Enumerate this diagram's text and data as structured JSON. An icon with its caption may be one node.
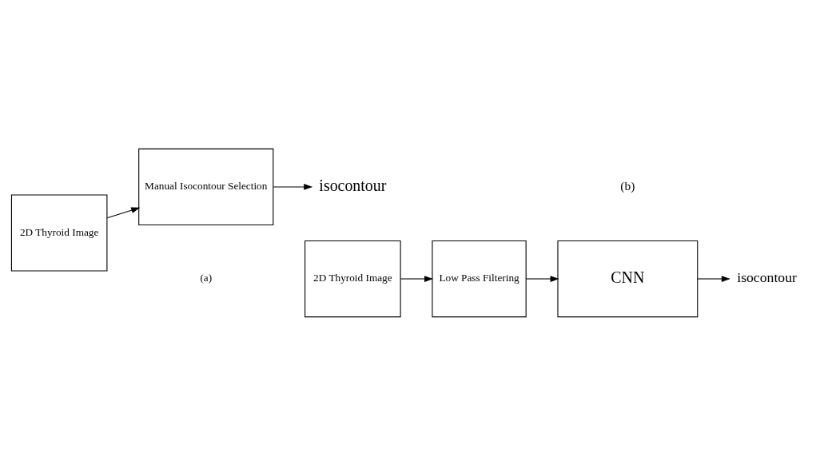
{
  "diagram": {
    "nodes": [
      {
        "text": [
          "2D Thyroid Image"
        ]
      },
      {
        "text": [
          "Manual Isocontour Selection"
        ]
      },
      {
        "text": [
          "isocontour"
        ]
      },
      {
        "text": [
          "2D Thyroid Image"
        ]
      },
      {
        "text": [
          "Low Pass Filtering"
        ]
      },
      {
        "text": [
          "CNN"
        ]
      },
      {
        "text": [
          "isocontour"
        ]
      }
    ],
    "edges": [
      {
        "from": 0,
        "to": 1,
        "arrow": "to"
      },
      {
        "from": 1,
        "to": 2,
        "arrow": "to"
      },
      {
        "from": 3,
        "to": 4,
        "arrow": "to"
      },
      {
        "from": 4,
        "to": 5,
        "arrow": "to"
      },
      {
        "from": 5,
        "to": 6,
        "arrow": "to"
      }
    ],
    "labels": [
      "(a)",
      "(b)"
    ]
  }
}
